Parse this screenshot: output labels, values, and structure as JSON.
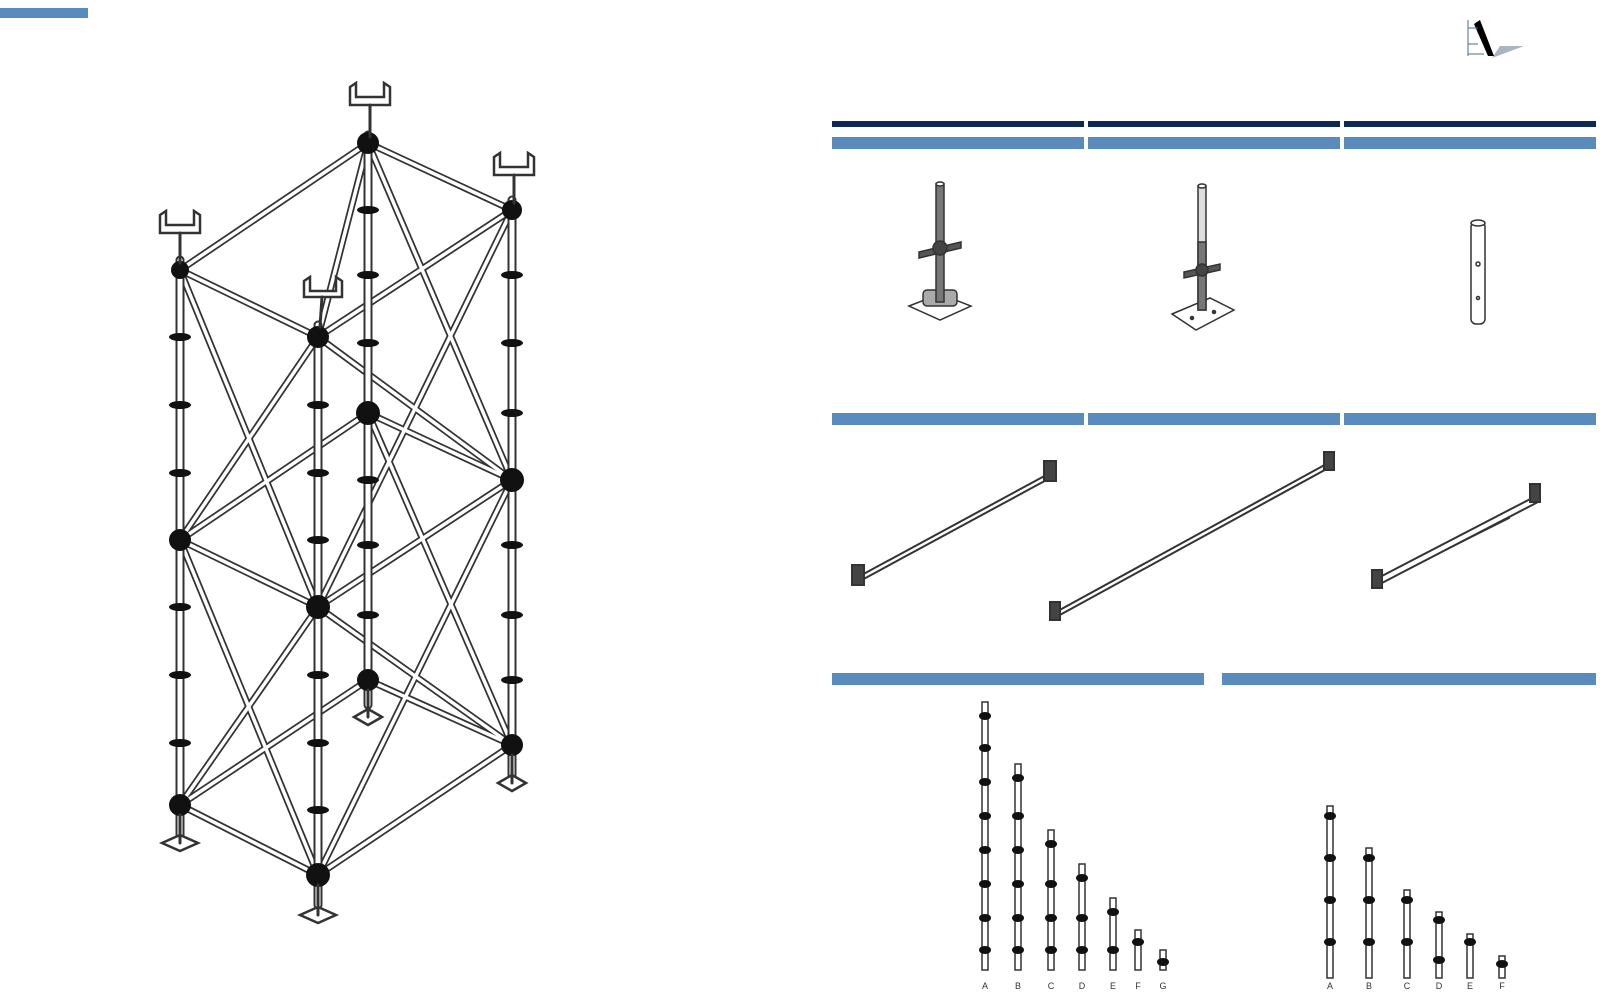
{
  "colors": {
    "accent_blue": "#5a8bbd",
    "navy": "#0e2a54",
    "line": "#333333"
  },
  "standards_verticals": {
    "labels": [
      "A",
      "B",
      "C",
      "D",
      "E",
      "F",
      "G"
    ]
  },
  "ledger_verticals": {
    "labels": [
      "A",
      "B",
      "C",
      "D",
      "E",
      "F"
    ]
  }
}
